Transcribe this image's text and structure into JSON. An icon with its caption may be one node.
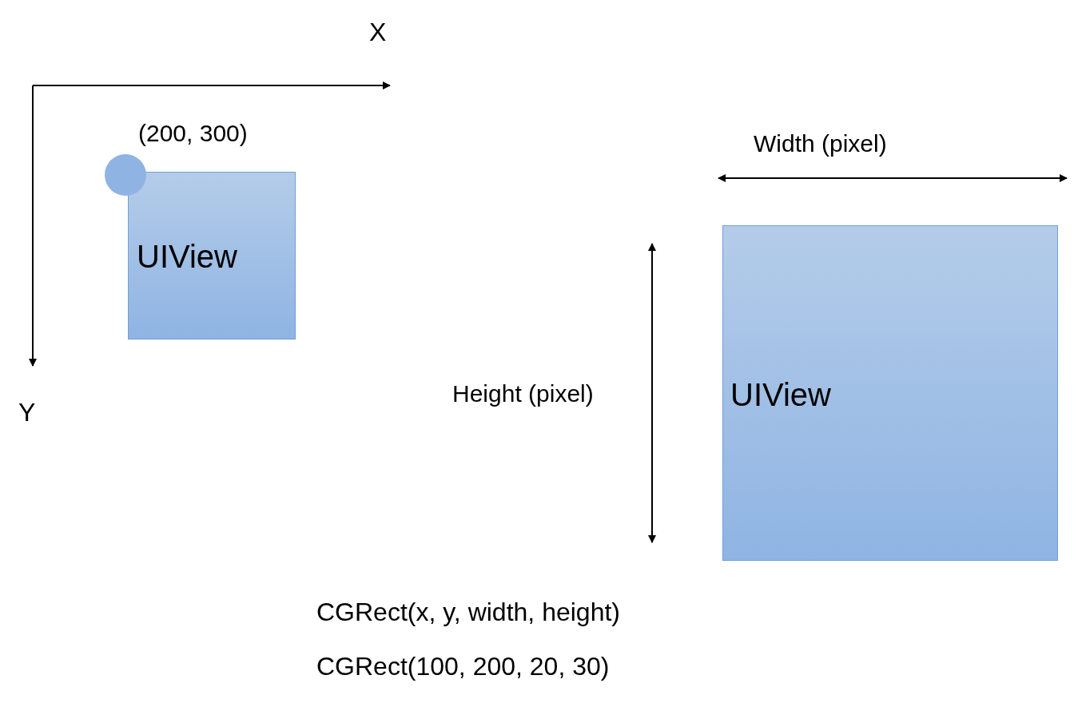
{
  "diagram": {
    "nodes": [
      {
        "text": [
          "UIView"
        ]
      },
      {
        "text": [],
        "shape": "circle",
        "beside": [
          "(200, 300)"
        ]
      },
      {
        "text": [
          "UIView"
        ]
      }
    ],
    "labels": [
      "X",
      "Width (pixel)",
      "Y",
      "Height (pixel)",
      "CGRect(x, y, width, height)",
      "CGRect(100, 200, 20, 30)"
    ]
  }
}
